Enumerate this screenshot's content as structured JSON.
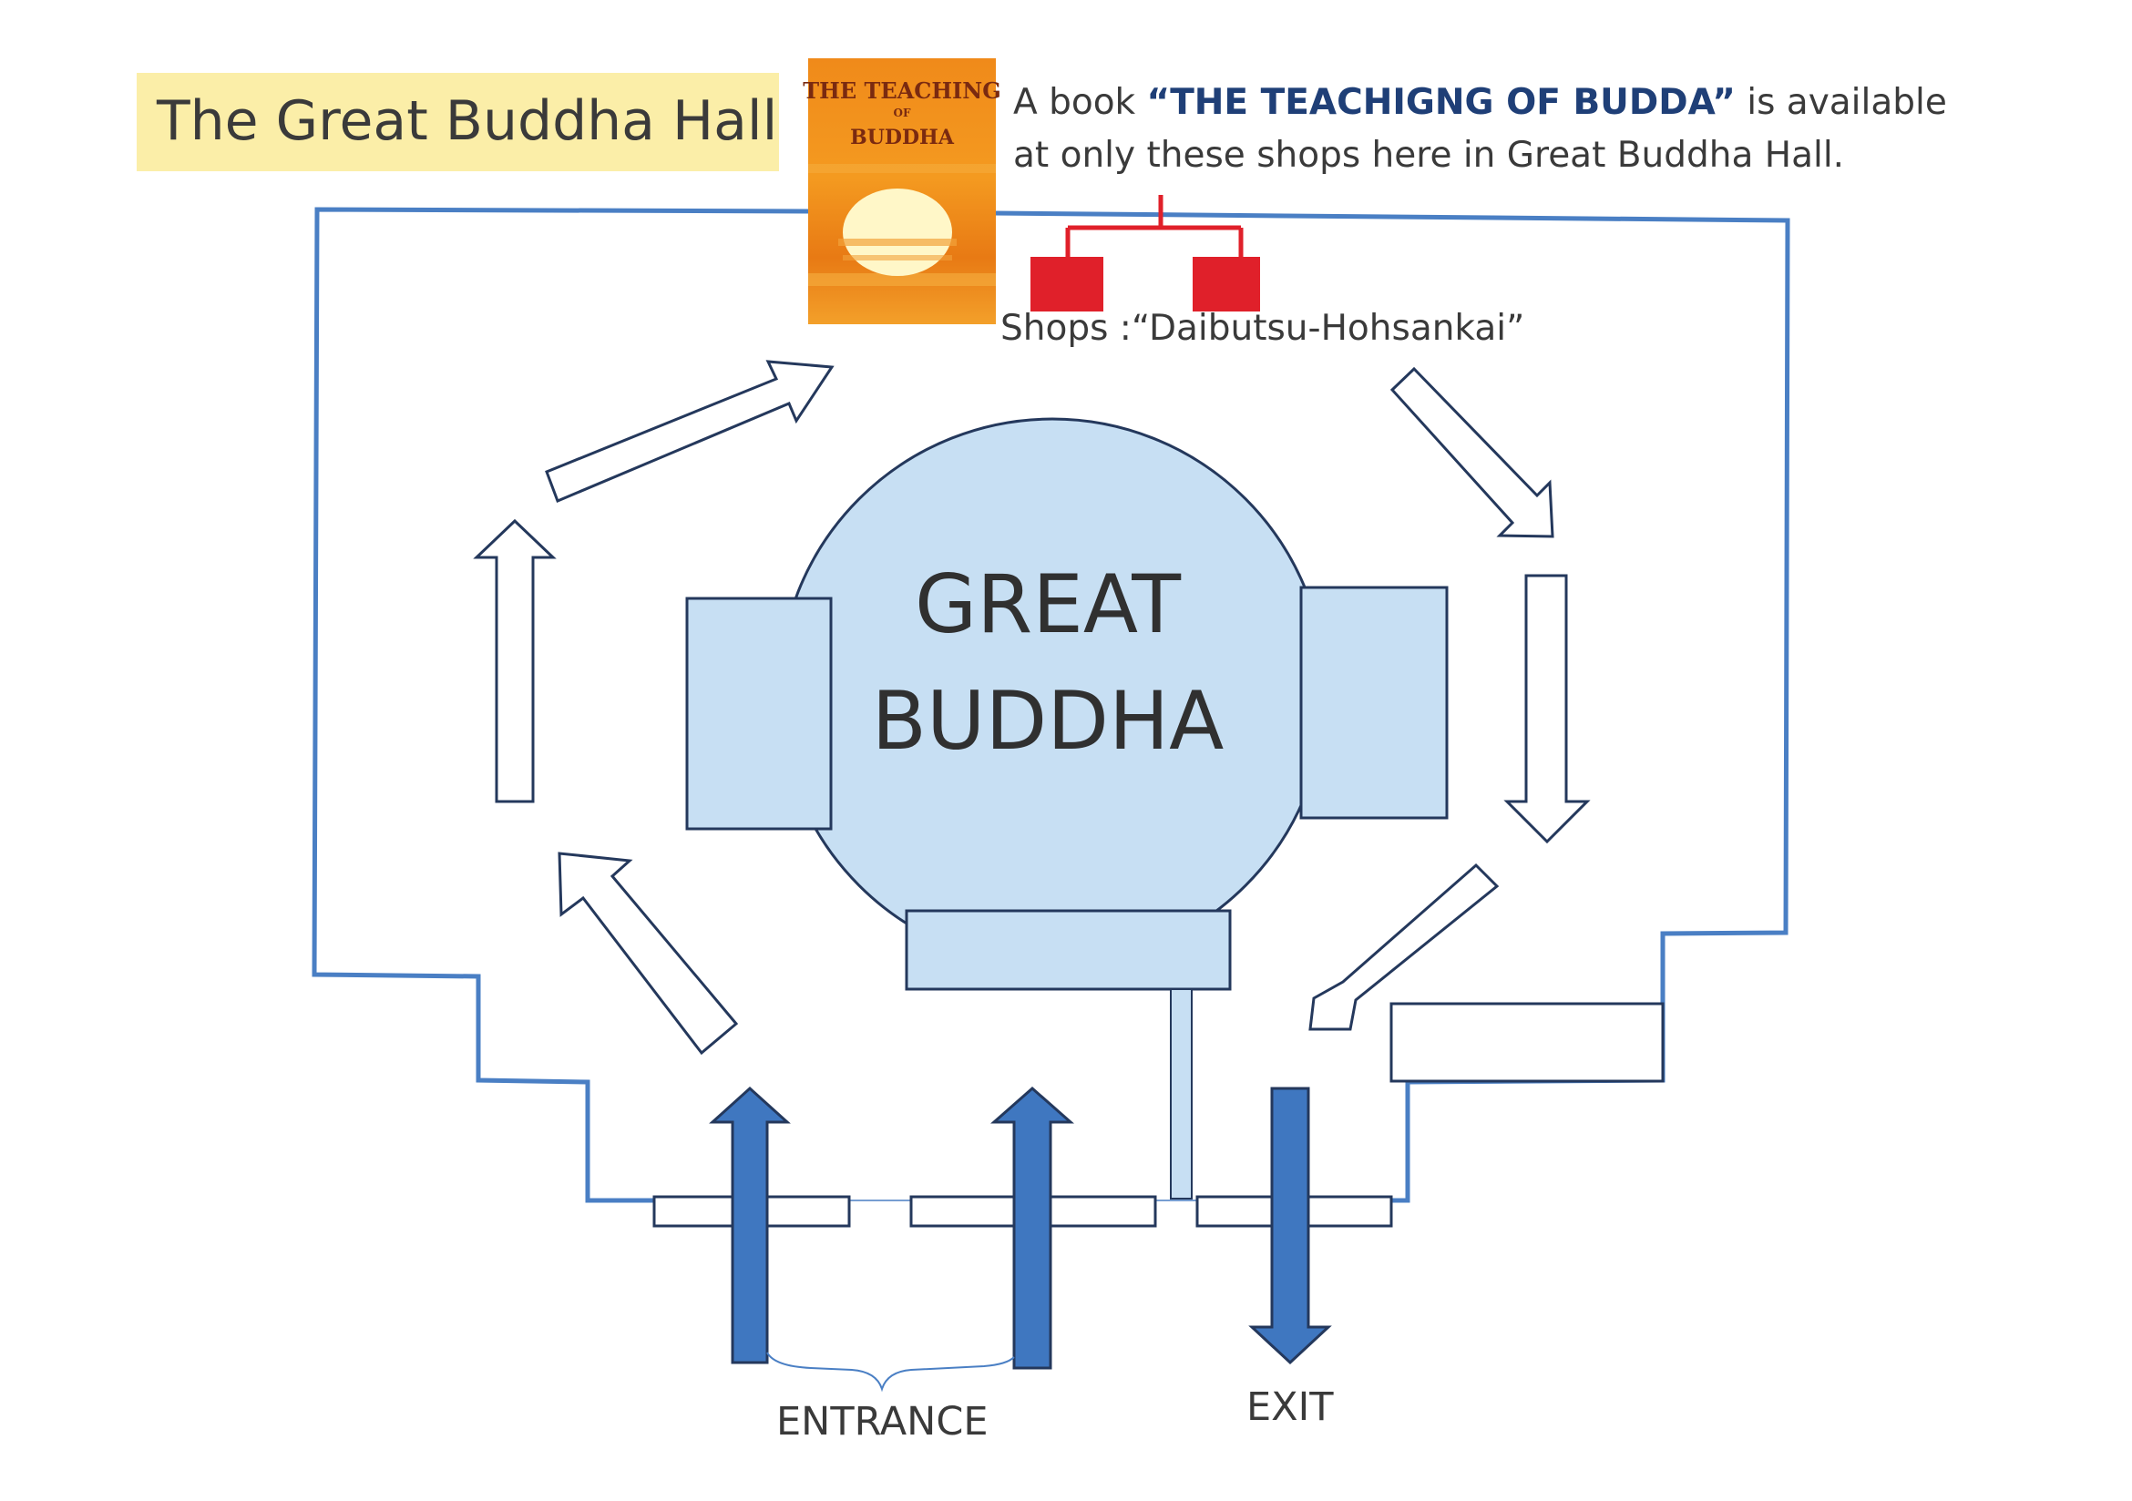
{
  "title": "The Great Buddha Hall",
  "note": {
    "prefix": "A book ",
    "open_quote": "“",
    "book_name": "THE TEACHIGNG OF BUDDA",
    "close_quote": "”",
    "suffix": " is available",
    "line2": "at only these shops here in Great Buddha Hall."
  },
  "book_cover": {
    "line1": "THE TEACHING",
    "line2": "OF",
    "line3": "BUDDHA"
  },
  "shops_label": "Shops :“Daibutsu-Hohsankai”",
  "buddha": {
    "line1": "GREAT",
    "line2": "BUDDHA"
  },
  "entrance_label": "ENTRANCE",
  "exit_label": "EXIT",
  "colors": {
    "wall": "#4a7fc4",
    "light_blue_fill": "#c7dff3",
    "dark_blue_arrow": "#3f77c0",
    "shop_red": "#e0202a",
    "title_bg": "#fbeea8",
    "book_name_color": "#1f3f77"
  }
}
